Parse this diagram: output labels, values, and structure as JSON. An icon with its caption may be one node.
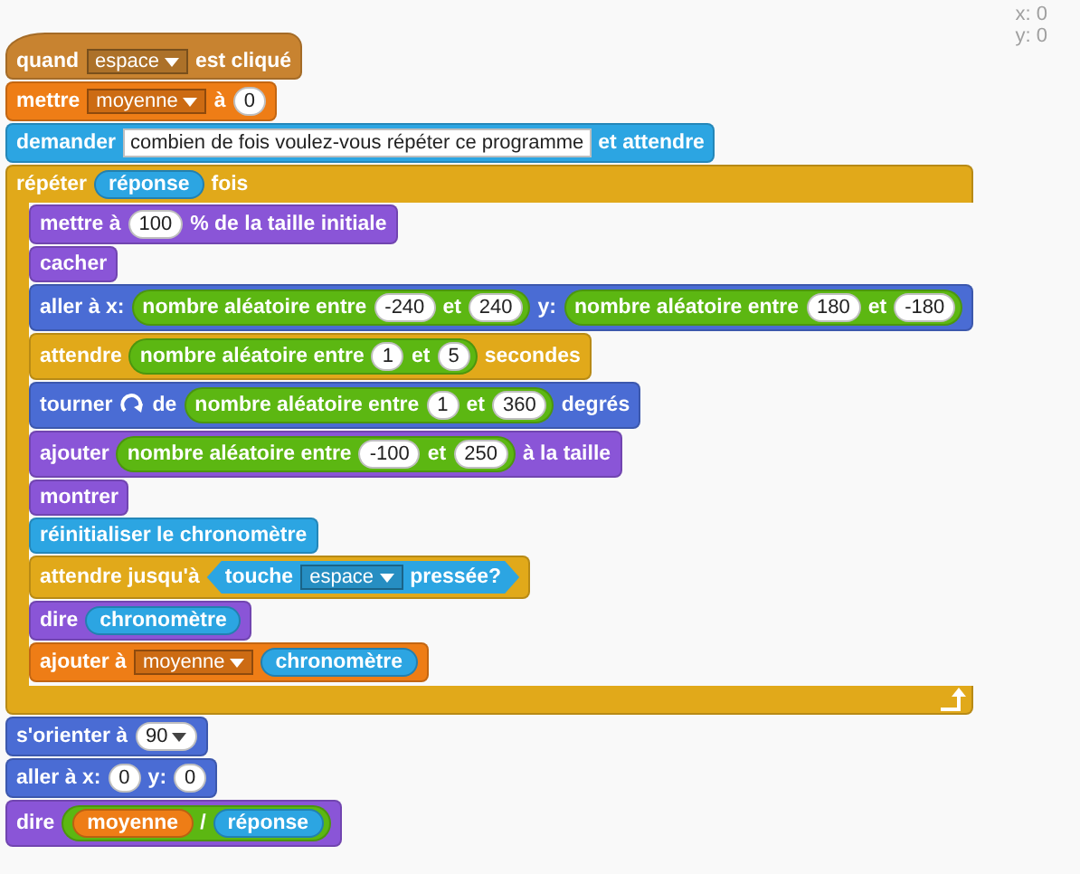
{
  "diagram": {
    "nodes": [
      {
        "text": [
          "quand",
          "est cliqué"
        ]
      },
      {
        "text": [
          "espace"
        ],
        "in": 0
      },
      {
        "text": [
          "mettre",
          "à"
        ]
      },
      {
        "text": [
          "moyenne"
        ],
        "in": 2
      },
      {
        "text": [
          "0"
        ],
        "in": 2
      },
      {
        "text": [
          "demander",
          "et attendre"
        ]
      },
      {
        "text": [
          "combien de fois voulez-vous répéter ce programme"
        ],
        "in": 5
      },
      {
        "text": [
          "répéter",
          "fois"
        ]
      },
      {
        "text": [
          "réponse"
        ],
        "in": 7
      },
      {
        "text": [
          "mettre à",
          "% de la taille initiale"
        ],
        "in": 7
      },
      {
        "text": [
          "100"
        ],
        "in": 9
      },
      {
        "text": [
          "cacher"
        ],
        "in": 7
      },
      {
        "text": [
          "aller à x:",
          "y:"
        ],
        "in": 7
      },
      {
        "text": [
          "nombre aléatoire entre",
          "et"
        ],
        "in": 12
      },
      {
        "text": [
          "-240"
        ],
        "in": 13
      },
      {
        "text": [
          "240"
        ],
        "in": 13
      },
      {
        "text": [
          "nombre aléatoire entre",
          "et"
        ],
        "in": 12
      },
      {
        "text": [
          "180"
        ],
        "in": 16
      },
      {
        "text": [
          "-180"
        ],
        "in": 16
      },
      {
        "text": [
          "attendre",
          "secondes"
        ],
        "in": 7
      },
      {
        "text": [
          "nombre aléatoire entre",
          "et"
        ],
        "in": 19
      },
      {
        "text": [
          "1"
        ],
        "in": 20
      },
      {
        "text": [
          "5"
        ],
        "in": 20
      },
      {
        "text": [
          "tourner",
          "de",
          "degrés"
        ],
        "in": 7
      },
      {
        "text": [
          "nombre aléatoire entre",
          "et"
        ],
        "in": 23
      },
      {
        "text": [
          "1"
        ],
        "in": 24
      },
      {
        "text": [
          "360"
        ],
        "in": 24
      },
      {
        "text": [
          "ajouter",
          "à la taille"
        ],
        "in": 7
      },
      {
        "text": [
          "nombre aléatoire entre",
          "et"
        ],
        "in": 27
      },
      {
        "text": [
          "-100"
        ],
        "in": 28
      },
      {
        "text": [
          "250"
        ],
        "in": 28
      },
      {
        "text": [
          "montrer"
        ],
        "in": 7
      },
      {
        "text": [
          "réinitialiser le chronomètre"
        ],
        "in": 7
      },
      {
        "text": [
          "attendre jusqu'à"
        ],
        "in": 7
      },
      {
        "text": [
          "touche",
          "pressée?"
        ],
        "in": 33
      },
      {
        "text": [
          "espace"
        ],
        "in": 34
      },
      {
        "text": [
          "dire"
        ],
        "in": 7
      },
      {
        "text": [
          "chronomètre"
        ],
        "in": 36
      },
      {
        "text": [
          "ajouter à"
        ],
        "in": 7
      },
      {
        "text": [
          "moyenne"
        ],
        "in": 38
      },
      {
        "text": [
          "chronomètre"
        ],
        "in": 38
      },
      {
        "text": [
          "s'orienter à"
        ]
      },
      {
        "text": [
          "90"
        ],
        "in": 41
      },
      {
        "text": [
          "aller à x:",
          "y:"
        ]
      },
      {
        "text": [
          "0"
        ],
        "in": 43
      },
      {
        "text": [
          "0"
        ],
        "in": 43
      },
      {
        "text": [
          "dire"
        ]
      },
      {
        "text": [
          "/"
        ],
        "in": 46
      },
      {
        "text": [
          "moyenne"
        ],
        "in": 47
      },
      {
        "text": [
          "réponse"
        ],
        "in": 47
      }
    ],
    "labels": [
      "x: 0",
      "y: 0"
    ]
  }
}
